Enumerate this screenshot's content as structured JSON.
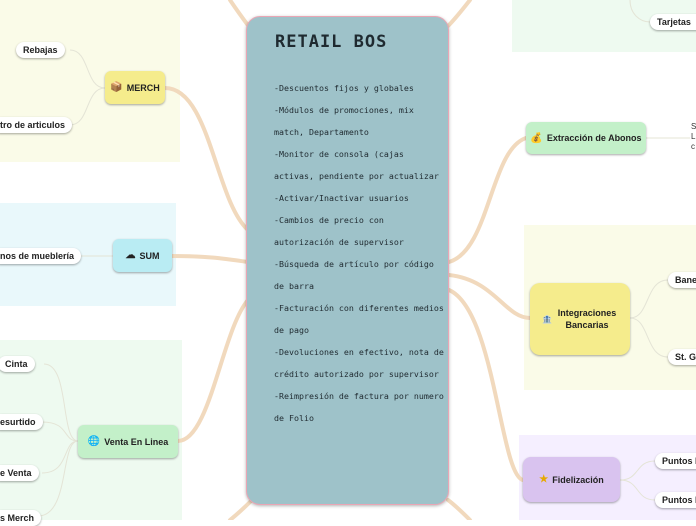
{
  "central": {
    "title": "RETAIL BOS",
    "lines": [
      "-Descuentos fijos y globales",
      "-Módulos de promociones, mix match, Departamento",
      "-Monitor de consola (cajas activas, pendiente por actualizar",
      "-Activar/Inactivar usuarios",
      "-Cambios de precio con autorización de supervisor",
      "-Búsqueda de artículo por código de barra",
      "-Facturación con diferentes medios de pago",
      "-Devoluciones en efectivo, nota de crédito autorizado por supervisor",
      "-Reimpresión de factura por numero de Folio"
    ]
  },
  "left": {
    "merch": {
      "label": "MERCH",
      "icon": "box-icon",
      "children": [
        "Rebajas",
        "tro de articulos"
      ]
    },
    "sum": {
      "label": "SUM",
      "icon": "cloud-icon",
      "children": [
        "nos de mueblería"
      ]
    },
    "venta": {
      "label": "Venta En Linea",
      "icon": "globe-icon",
      "children": [
        "Cinta",
        "esurtido",
        "e Venta",
        "s Merch"
      ]
    }
  },
  "right": {
    "tarjetas": {
      "label": "Tarjetas"
    },
    "abonos": {
      "label": "Extracción de Abonos",
      "icon": "money-icon",
      "fragment": [
        "S",
        "L",
        "c"
      ]
    },
    "integraciones": {
      "label": "Integraciones Bancarias",
      "icon": "bank-icon",
      "children": [
        "Bane",
        "St. G"
      ]
    },
    "fidelizacion": {
      "label": "Fidelización",
      "icon": "star-icon",
      "children": [
        "Puntos E",
        "Puntos F"
      ]
    }
  },
  "colors": {
    "central_fill": "#9ec2c9",
    "central_border": "#e9a6b5",
    "merch": "#f5ec8c",
    "sum": "#b9ecf3",
    "venta": "#c3f0c9",
    "abonos": "#c3f0c9",
    "integraciones": "#f5ec8c",
    "fidelizacion": "#d9c3ef",
    "region_yellow": "#fafbe8",
    "region_cyan": "#e9f8fb",
    "region_green": "#eefaf0",
    "region_purple": "#f5efff",
    "wire": "#f3dcc0"
  }
}
